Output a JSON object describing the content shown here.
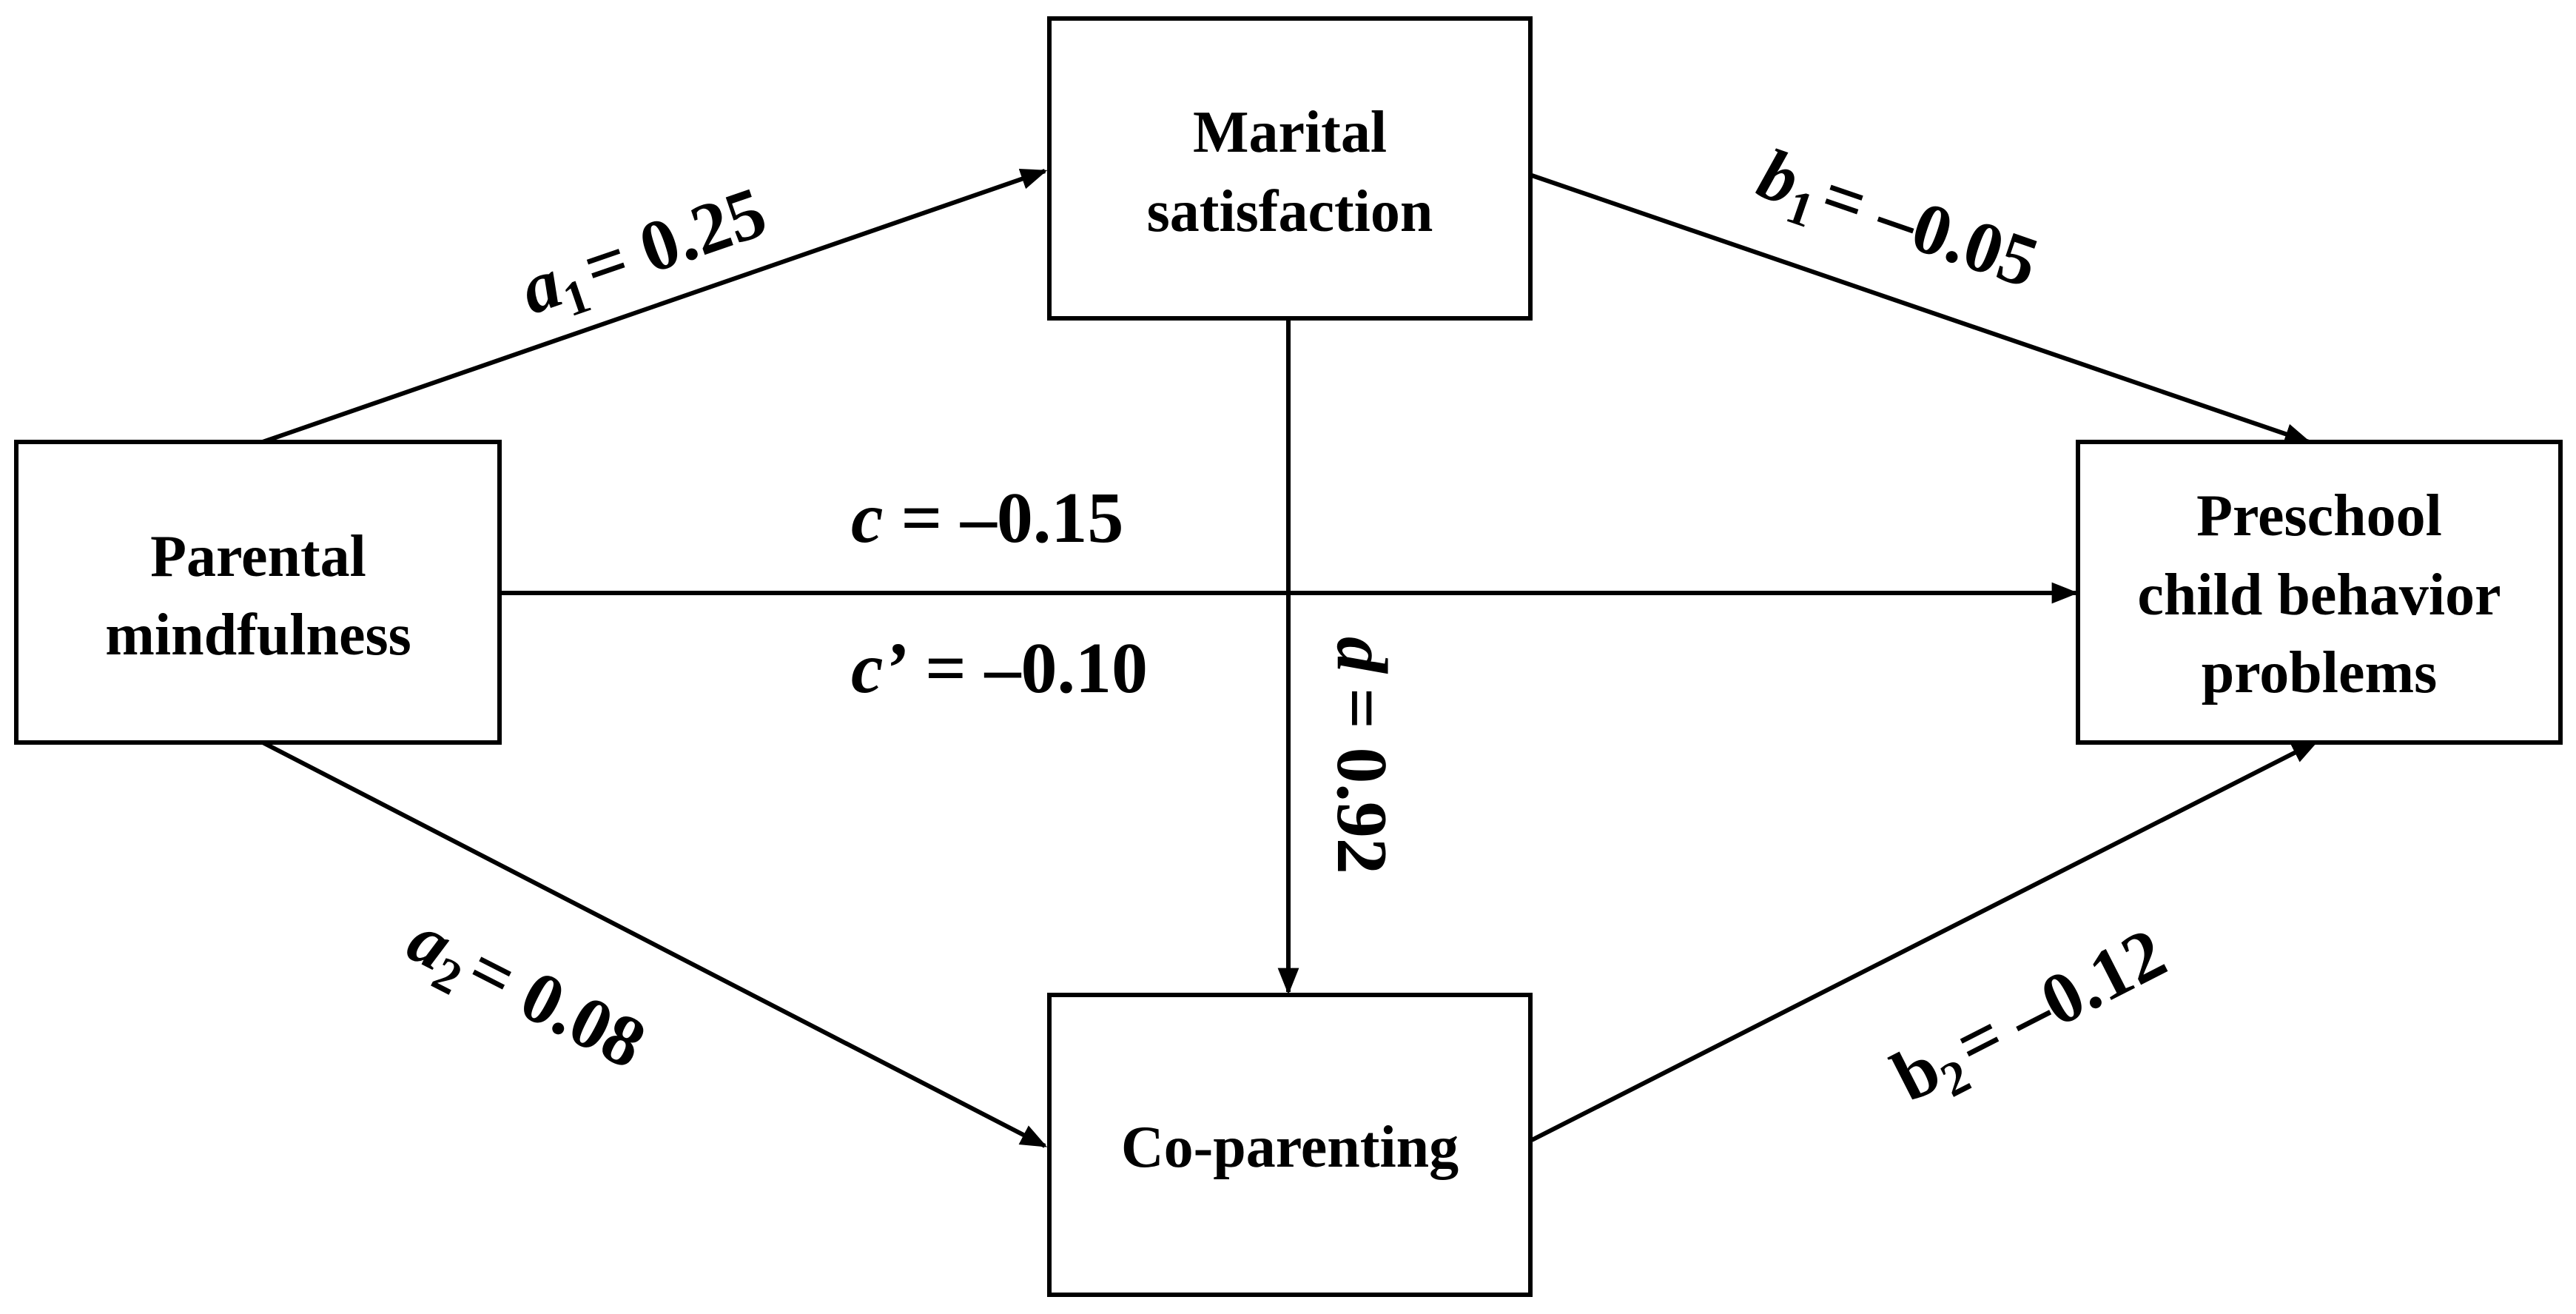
{
  "nodes": {
    "parental_mindfulness": {
      "lines": [
        "Parental",
        "mindfulness"
      ]
    },
    "marital_satisfaction": {
      "lines": [
        "Marital",
        "satisfaction"
      ]
    },
    "co_parenting": {
      "lines": [
        "Co-parenting"
      ]
    },
    "preschool_problems": {
      "lines": [
        "Preschool",
        "child behavior",
        "problems"
      ]
    }
  },
  "paths": {
    "a1": {
      "symbol": "a",
      "sub": "1",
      "value": "= 0.25"
    },
    "b1": {
      "symbol": "b",
      "sub": "1",
      "value": "= –0.05"
    },
    "c": {
      "symbol": "c",
      "value": "= –0.15"
    },
    "c_prime": {
      "symbol": "c’",
      "value": "= –0.10"
    },
    "d": {
      "symbol": "d",
      "value": "= 0.92"
    },
    "a2": {
      "symbol": "a",
      "sub": "2",
      "value": "= 0.08"
    },
    "b2": {
      "symbol": "b",
      "sub": "2",
      "value": "= –0.12"
    }
  },
  "colors": {
    "stroke": "#000000",
    "background": "#ffffff"
  }
}
